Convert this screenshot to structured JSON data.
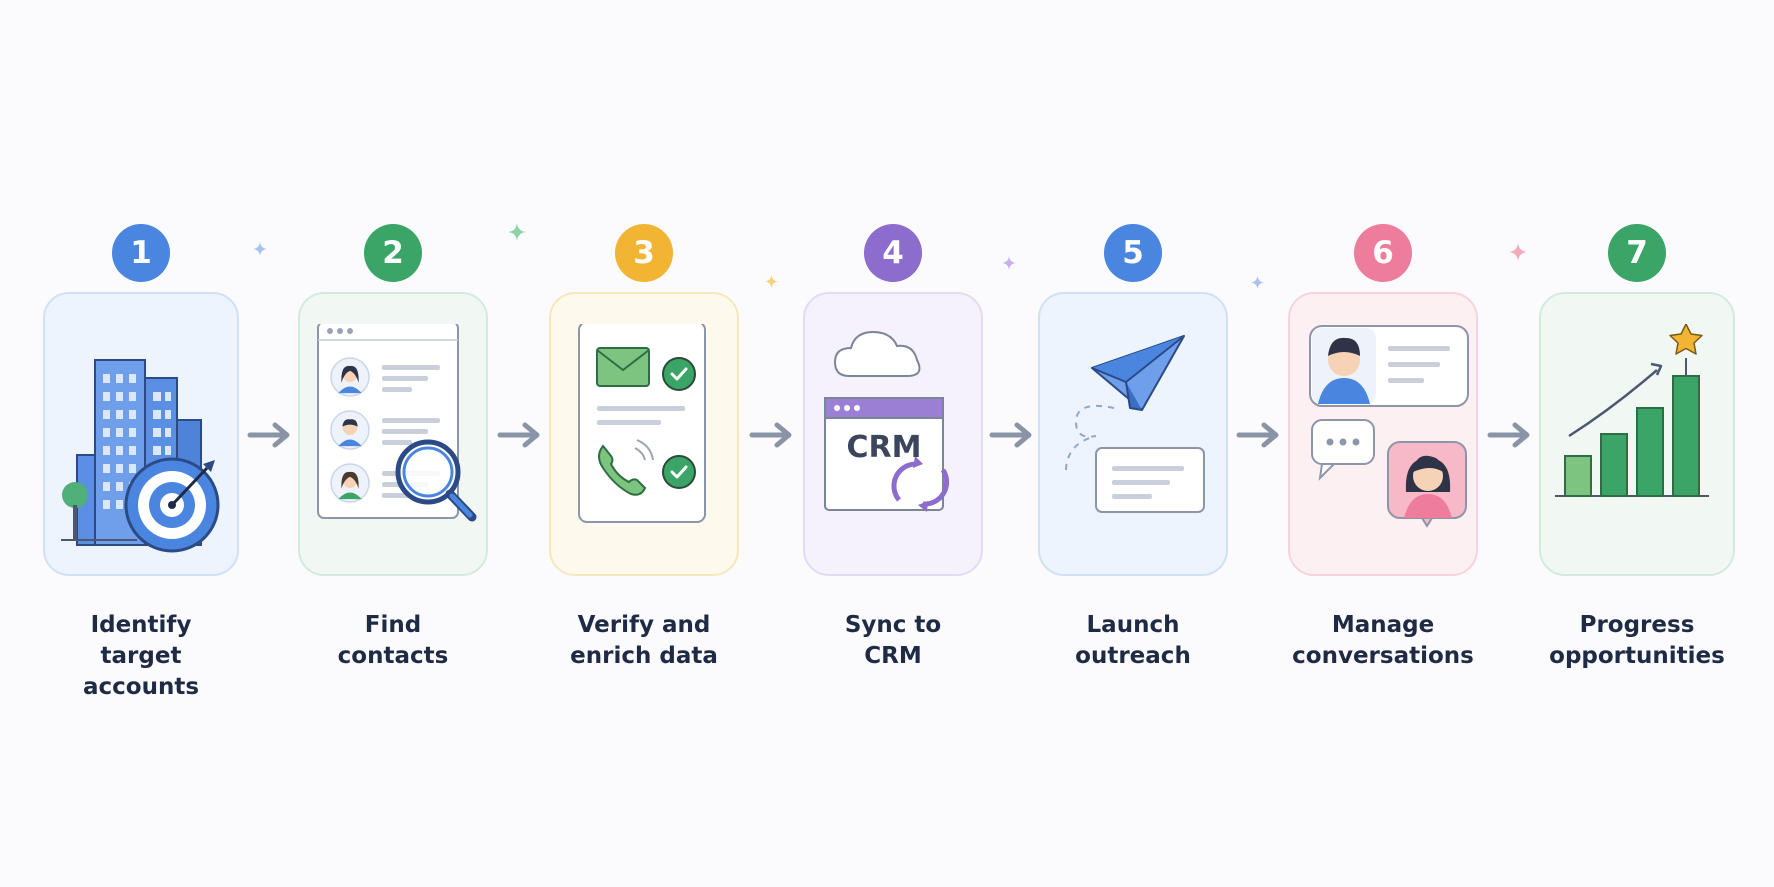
{
  "steps": [
    {
      "number": "1",
      "title_lines": [
        "Identify",
        "target accounts"
      ],
      "icon": "building-target-icon",
      "accent": "#4a86e0",
      "card_bg": "#eef4fd",
      "card_border": "#cfe0f7"
    },
    {
      "number": "2",
      "title_lines": [
        "Find",
        "contacts"
      ],
      "icon": "contact-search-icon",
      "accent": "#3aa566",
      "card_bg": "#f1f8f3",
      "card_border": "#d3ebdc"
    },
    {
      "number": "3",
      "title_lines": [
        "Verify and",
        "enrich data"
      ],
      "icon": "verify-email-phone-icon",
      "accent": "#f2b433",
      "card_bg": "#fdf9ec",
      "card_border": "#f6e8bd"
    },
    {
      "number": "4",
      "title_lines": [
        "Sync to",
        "CRM"
      ],
      "icon": "crm-sync-icon",
      "accent": "#8c6ccc",
      "card_bg": "#f5f2fb",
      "card_border": "#e2dbf3"
    },
    {
      "number": "5",
      "title_lines": [
        "Launch",
        "outreach"
      ],
      "icon": "paper-plane-icon",
      "accent": "#4a86e0",
      "card_bg": "#eef4fd",
      "card_border": "#cfe0f7"
    },
    {
      "number": "6",
      "title_lines": [
        "Manage",
        "conversations"
      ],
      "icon": "chat-conversation-icon",
      "accent": "#ee7c9c",
      "card_bg": "#fdf0f3",
      "card_border": "#f6d3dd"
    },
    {
      "number": "7",
      "title_lines": [
        "Progress",
        "opportunities"
      ],
      "icon": "growth-chart-star-icon",
      "accent": "#3aa566",
      "card_bg": "#f1f8f3",
      "card_border": "#d3ebdc"
    }
  ],
  "crm_text": "CRM",
  "arrow_color": "#8a94a6",
  "connector_icon": "right-arrow-icon"
}
